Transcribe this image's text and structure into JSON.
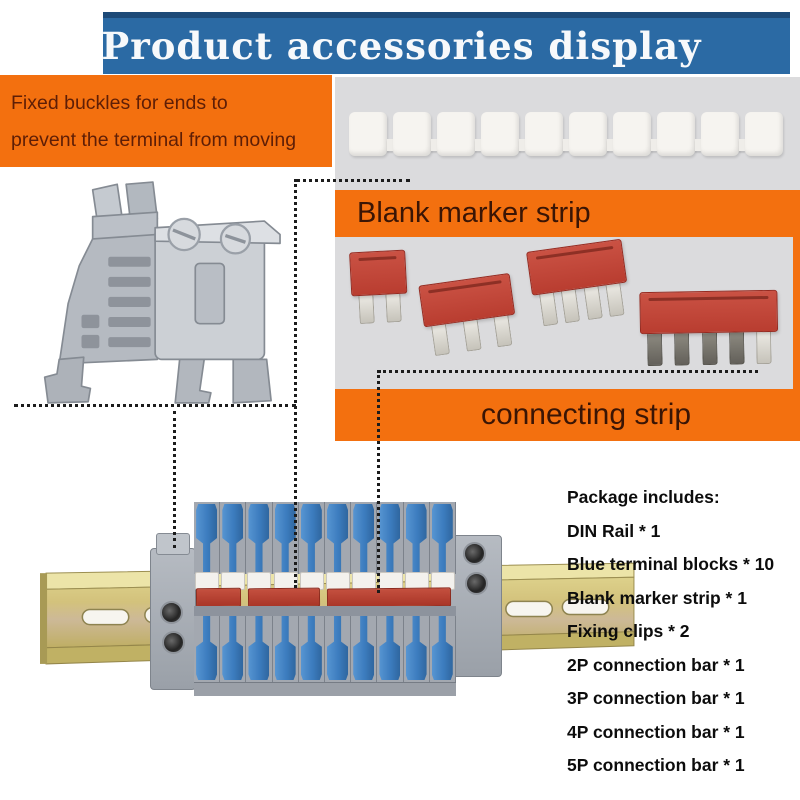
{
  "header": {
    "title": "Product accessories display"
  },
  "note": {
    "line1": "Fixed buckles for ends to",
    "line2": "prevent the terminal from moving"
  },
  "labels": {
    "blank_marker_strip": "Blank marker strip",
    "connecting_strip": "connecting strip"
  },
  "package": {
    "heading": "Package includes:",
    "items": [
      "DIN Rail * 1",
      "Blue terminal blocks * 10",
      "Blank marker strip * 1",
      "Fixing clips * 2",
      "2P connection bar * 1",
      "3P connection bar * 1",
      "4P connection bar * 1",
      "5P connection bar * 1"
    ]
  },
  "photos": {
    "blank_marker_strip": {
      "tab_count": 10
    },
    "connecting_strips": {
      "jumpers": [
        {
          "pins": 2
        },
        {
          "pins": 3
        },
        {
          "pins": 4
        },
        {
          "pins": 5
        }
      ]
    },
    "assembly": {
      "terminal_count": 10,
      "red_bar_spans": [
        2,
        3,
        5
      ],
      "fixing_clip_count": 2
    }
  },
  "colors": {
    "banner_blue": "#2b6aa4",
    "banner_border": "#1d4a78",
    "accent_orange": "#f3700f",
    "note_text": "#5e1e06",
    "panel_gray": "#dbdbdd",
    "jumper_red": "#b93d30",
    "terminal_blue": "#3c7cbe",
    "rail_brass": "#cfc178",
    "clamp_gray": "#b8bdc4"
  }
}
